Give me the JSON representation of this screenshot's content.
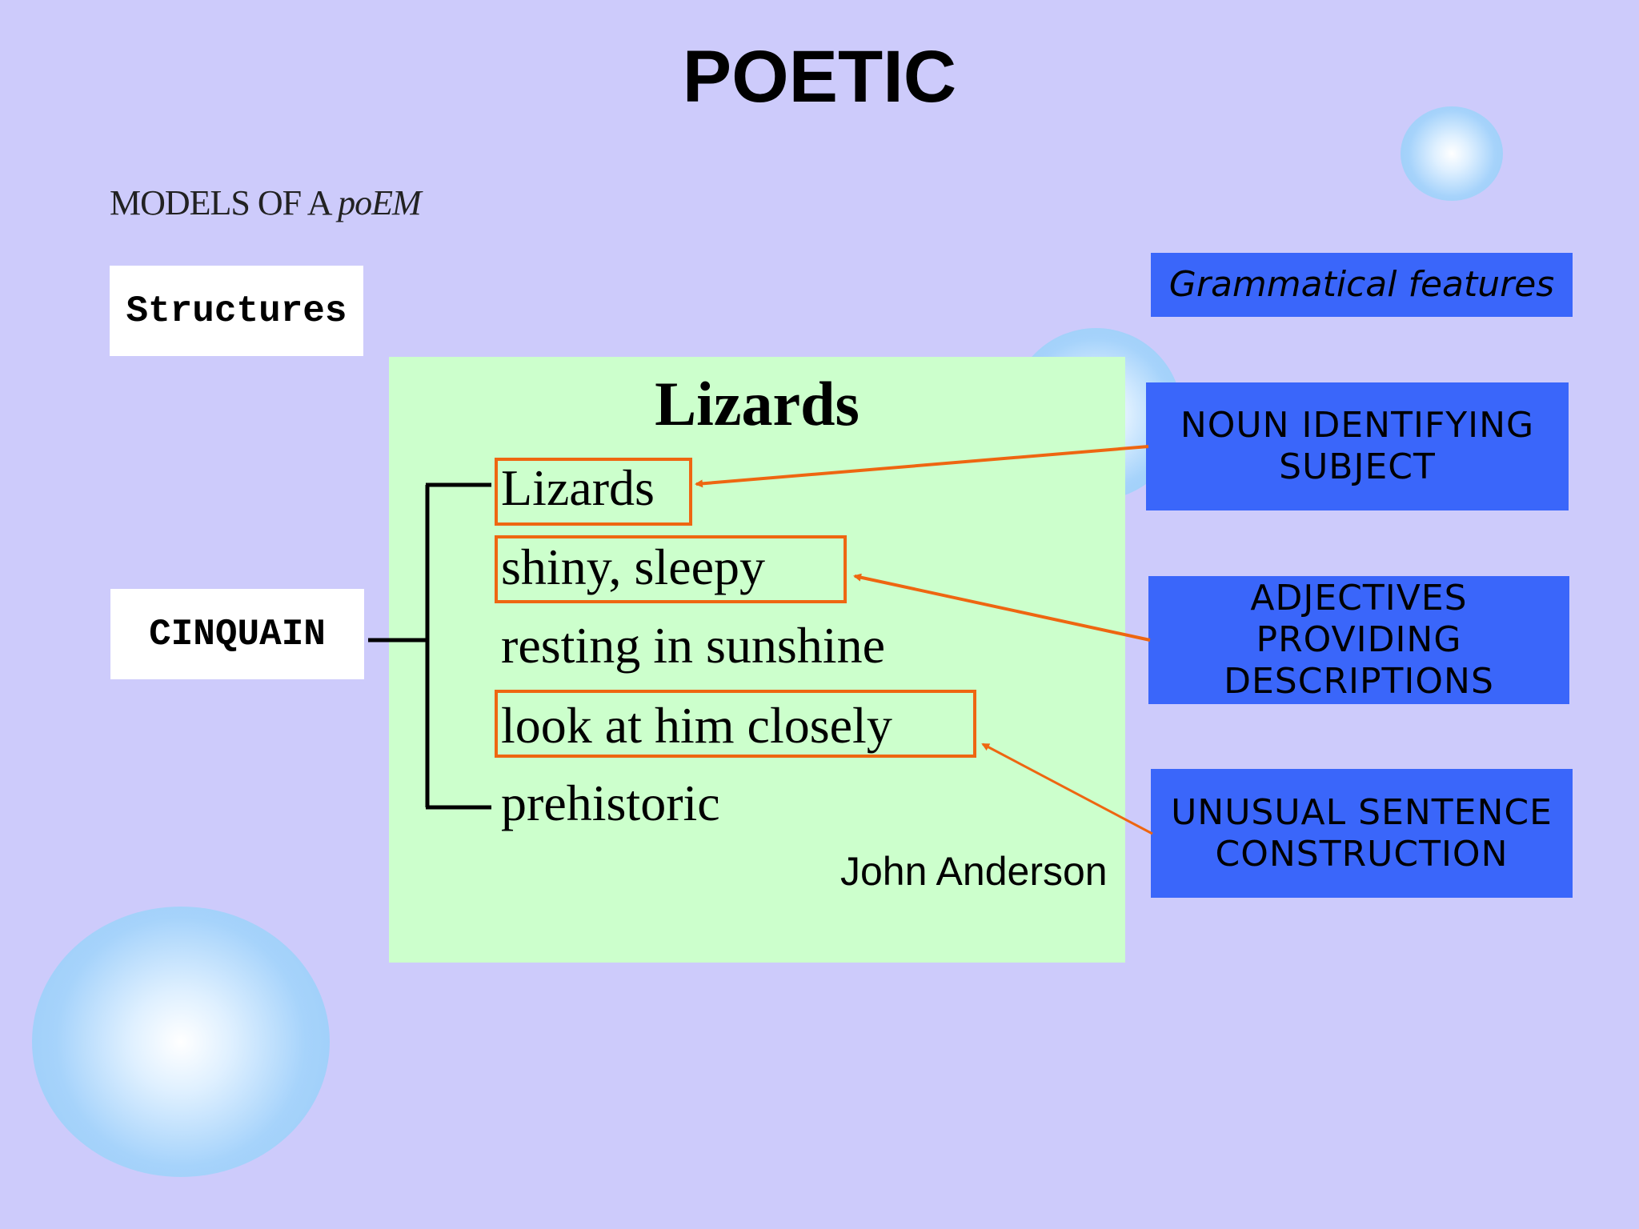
{
  "slide": {
    "title": "POETIC",
    "subtitle_main": "MODELS OF A ",
    "subtitle_italic": "poEM"
  },
  "labels": {
    "structures": "Structures",
    "cinquain": "CINQUAIN"
  },
  "poem": {
    "title": "Lizards",
    "lines": [
      "Lizards",
      "shiny, sleepy",
      "resting in sunshine",
      "look at him closely",
      "prehistoric"
    ],
    "author": "John Anderson"
  },
  "features": {
    "heading": "Grammatical features",
    "noun": "NOUN IDENTIFYING SUBJECT",
    "adjectives": "ADJECTIVES PROVIDING DESCRIPTIONS",
    "unusual": "UNUSUAL SENTENCE CONSTRUCTION"
  },
  "colors": {
    "background": "#cdcbfb",
    "poem_panel": "#ccffcc",
    "feature_box": "#3a66fa",
    "highlight": "#ee6611"
  }
}
